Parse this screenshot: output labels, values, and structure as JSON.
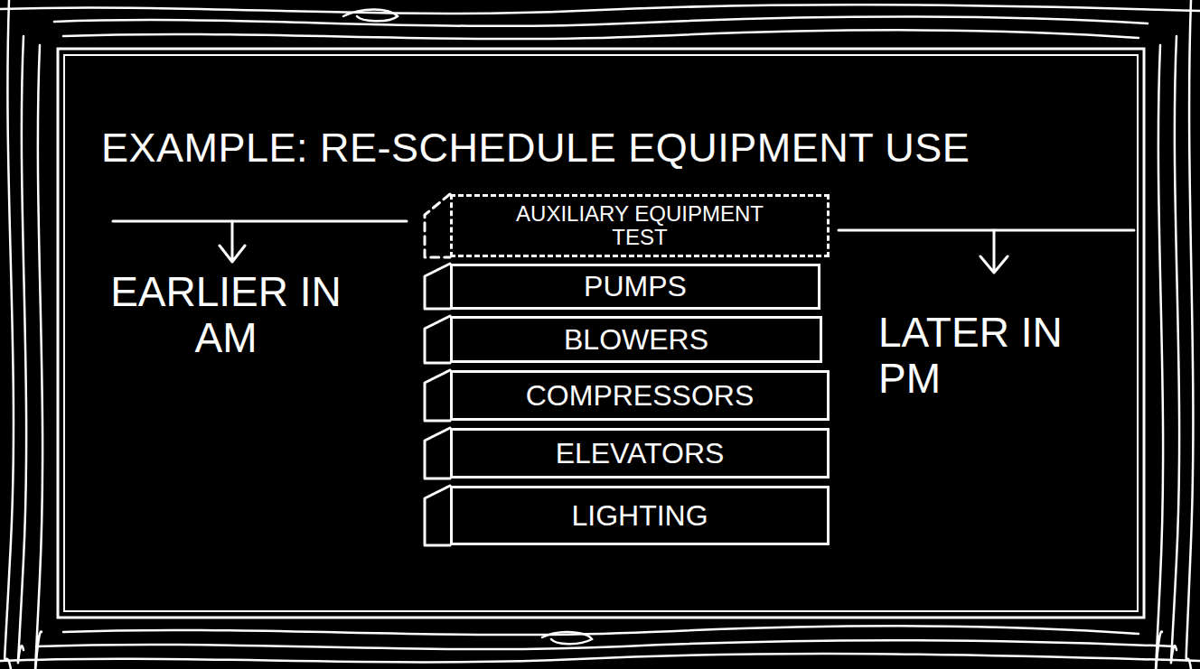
{
  "diagram": {
    "title": "EXAMPLE: RE-SCHEDULE EQUIPMENT USE",
    "nodes": [
      {
        "text": [
          "AUXILIARY EQUIPMENT TEST"
        ]
      },
      {
        "text": [
          "PUMPS"
        ]
      },
      {
        "text": [
          "BLOWERS"
        ]
      },
      {
        "text": [
          "COMPRESSORS"
        ]
      },
      {
        "text": [
          "ELEVATORS"
        ]
      },
      {
        "text": [
          "LIGHTING"
        ]
      }
    ],
    "labels": [
      "EARLIER IN AM",
      "LATER IN PM"
    ]
  }
}
